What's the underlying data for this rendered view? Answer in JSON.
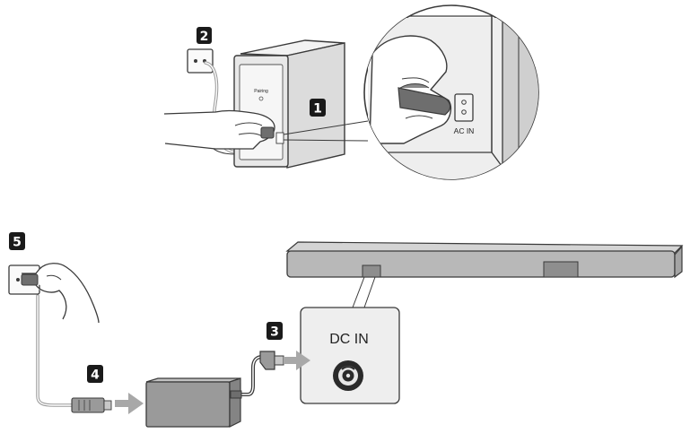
{
  "steps": {
    "one": "1",
    "two": "2",
    "three": "3",
    "four": "4",
    "five": "5"
  },
  "labels": {
    "ac_in": "AC IN",
    "dc_in": "DC IN",
    "pairing": "Pairing"
  },
  "colors": {
    "outline": "#3a3a3a",
    "badge": "#1a1a1a",
    "device_face": "#e6e6e6",
    "soundbar": "#b8b8b8",
    "adapter": "#9a9a9a",
    "arrow": "#a8a8a8",
    "plug": "#6e6e6e"
  }
}
